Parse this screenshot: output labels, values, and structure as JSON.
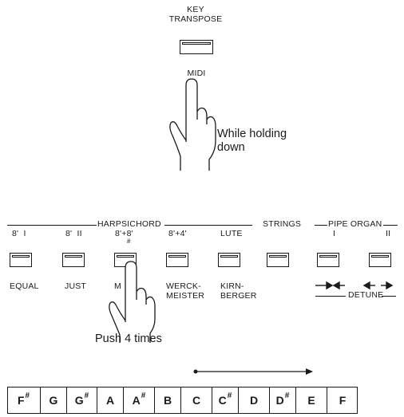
{
  "top": {
    "key_transpose": "KEY\nTRANSPOSE",
    "midi": "MIDI",
    "note": "While holding\ndown"
  },
  "panel": {
    "harpsichord": "HARPSICHORD",
    "strings": "STRINGS",
    "pipe_organ": "PIPE ORGAN",
    "top_labels": [
      "8'  I",
      "8'  II",
      "8'+8'",
      "8'+4'",
      "LUTE",
      "",
      "I",
      "II"
    ],
    "sharp_mark": "#",
    "bottom_labels": [
      "EQUAL",
      "JUST",
      "M",
      "WERCK-\nMEISTER",
      "KIRN-\nBERGER"
    ],
    "detune": "DETUNE",
    "push_note": "Push 4 times"
  },
  "keys": [
    "F",
    "G",
    "G",
    "A",
    "A",
    "B",
    "C",
    "C",
    "D",
    "D",
    "E",
    "F"
  ],
  "sharp_symbol": "#",
  "colors": {
    "ink": "#1a1a1a",
    "background": "#ffffff"
  }
}
